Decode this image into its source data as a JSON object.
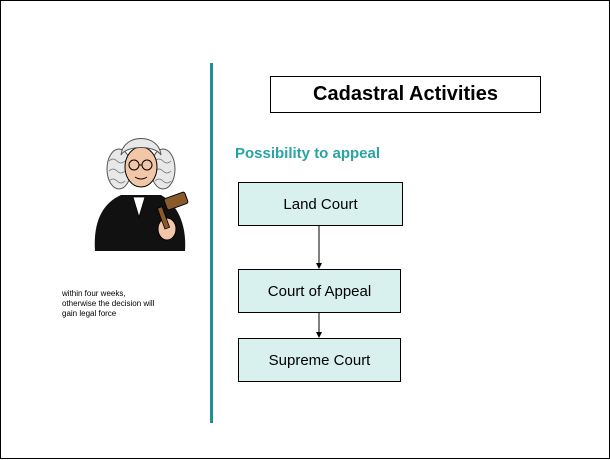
{
  "slide": {
    "title": "Cadastral Activities",
    "subtitle": "Possibility to appeal",
    "courts": [
      "Land Court",
      "Court of Appeal",
      "Supreme Court"
    ],
    "note_lines": [
      "within four weeks,",
      "otherwise the decision will",
      "gain legal force"
    ],
    "colors": {
      "divider": "#1f8f8f",
      "subtitle": "#2aa3a3",
      "box_fill": "#d8f0ee"
    }
  }
}
